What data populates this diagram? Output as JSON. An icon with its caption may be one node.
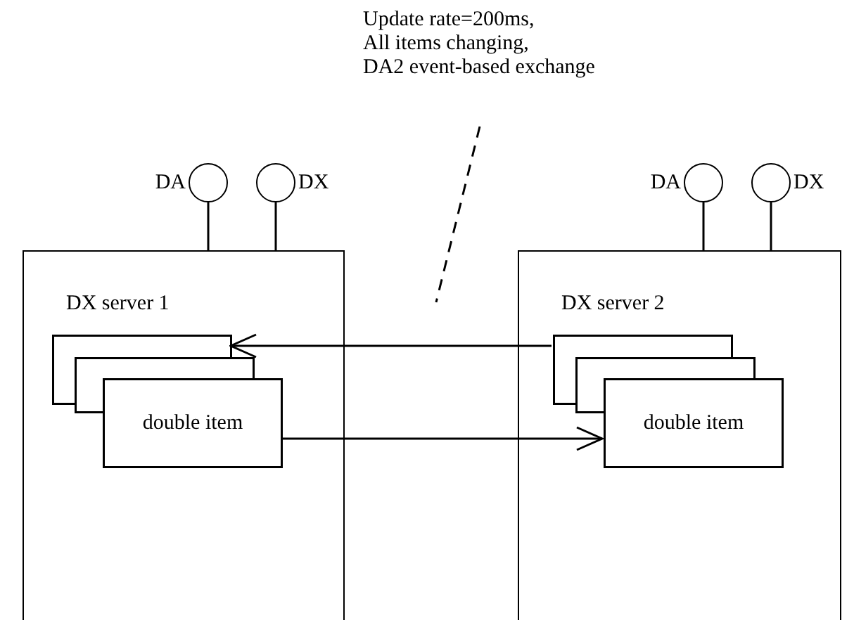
{
  "diagram": {
    "nodes": [
      {
        "text": [
          "DX server 1"
        ]
      },
      {
        "text": [],
        "shape": "box",
        "in": 0
      },
      {
        "text": [],
        "shape": "box",
        "in": 0
      },
      {
        "text": [
          "double item"
        ],
        "in": 0
      },
      {
        "text": [
          "DX server 2"
        ]
      },
      {
        "text": [],
        "shape": "box",
        "in": 4
      },
      {
        "text": [],
        "shape": "box",
        "in": 4
      },
      {
        "text": [
          "double item"
        ],
        "in": 4
      },
      {
        "text": [],
        "shape": "circle",
        "beside": [
          "DA"
        ]
      },
      {
        "text": [],
        "shape": "circle",
        "beside": [
          "DX"
        ]
      },
      {
        "text": [],
        "shape": "circle",
        "beside": [
          "DA"
        ]
      },
      {
        "text": [],
        "shape": "circle",
        "beside": [
          "DX"
        ]
      },
      {
        "text": [
          "Update rate=200ms,",
          "All items changing,",
          "DA2 event-based exchange"
        ]
      }
    ],
    "edges": [
      {
        "from": 8,
        "to": 0,
        "arrow": "none"
      },
      {
        "from": 9,
        "to": 0,
        "arrow": "none"
      },
      {
        "from": 10,
        "to": 4,
        "arrow": "none"
      },
      {
        "from": 11,
        "to": 4,
        "arrow": "none"
      },
      {
        "from": 5,
        "to": 1,
        "arrow": "to"
      },
      {
        "from": 3,
        "to": 7,
        "arrow": "to"
      },
      {
        "from": 12,
        "to": null,
        "arrow": "none",
        "style": "dashed"
      }
    ]
  }
}
